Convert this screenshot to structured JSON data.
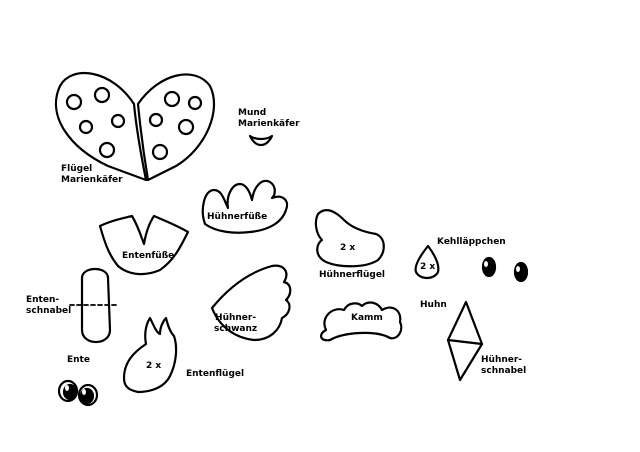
{
  "labels": {
    "fluegel_marienkaefer": "Flügel\nMarienkäfer",
    "mund_marienkaefer": "Mund\nMarienkäfer",
    "huehnerfuesse": "Hühnerfüße",
    "entenfuesse": "Entenfüße",
    "zwei_x_huehnerfluegel": "2 x",
    "huehnerfluegel": "Hühnerflügel",
    "kehllaeppchen": "Kehlläppchen",
    "zwei_x_kehllaeppchen": "2 x",
    "huhn": "Huhn",
    "entenschnabel": "Enten-\nschnabel",
    "huehnerschwanz": "Hühner-\nschwanz",
    "kamm": "Kamm",
    "ente": "Ente",
    "zwei_x_entenfluegel": "2 x",
    "entenfluegel": "Entenflügel",
    "huehnerschnabel": "Hühner-\nschnabel"
  }
}
